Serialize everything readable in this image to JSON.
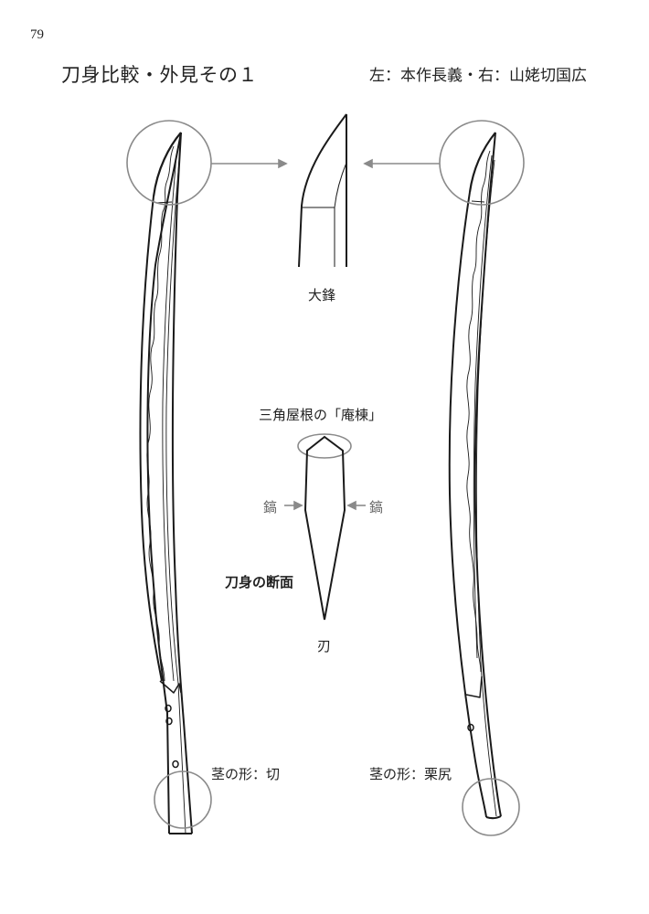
{
  "page": {
    "number": "79",
    "title": "刀身比較・外見その１",
    "subtitle": "左：本作長義・右：山姥切国広"
  },
  "labels": {
    "kissaki": "大鋒",
    "iorimune": "三角屋根の「庵棟」",
    "shinogi_left": "鎬",
    "shinogi_right": "鎬",
    "cross_section": "刀身の断面",
    "edge": "刃",
    "nakago_left": "茎の形：切",
    "nakago_right": "茎の形：栗尻"
  },
  "swords": [
    {
      "name": "本作長義",
      "position": "left",
      "nakago_shape": "切",
      "mekugi_holes": 3
    },
    {
      "name": "山姥切国広",
      "position": "right",
      "nakago_shape": "栗尻",
      "mekugi_holes": 1
    }
  ],
  "colors": {
    "line": "#1a1a1a",
    "callout": "#8a8a8a",
    "text": "#222222"
  }
}
